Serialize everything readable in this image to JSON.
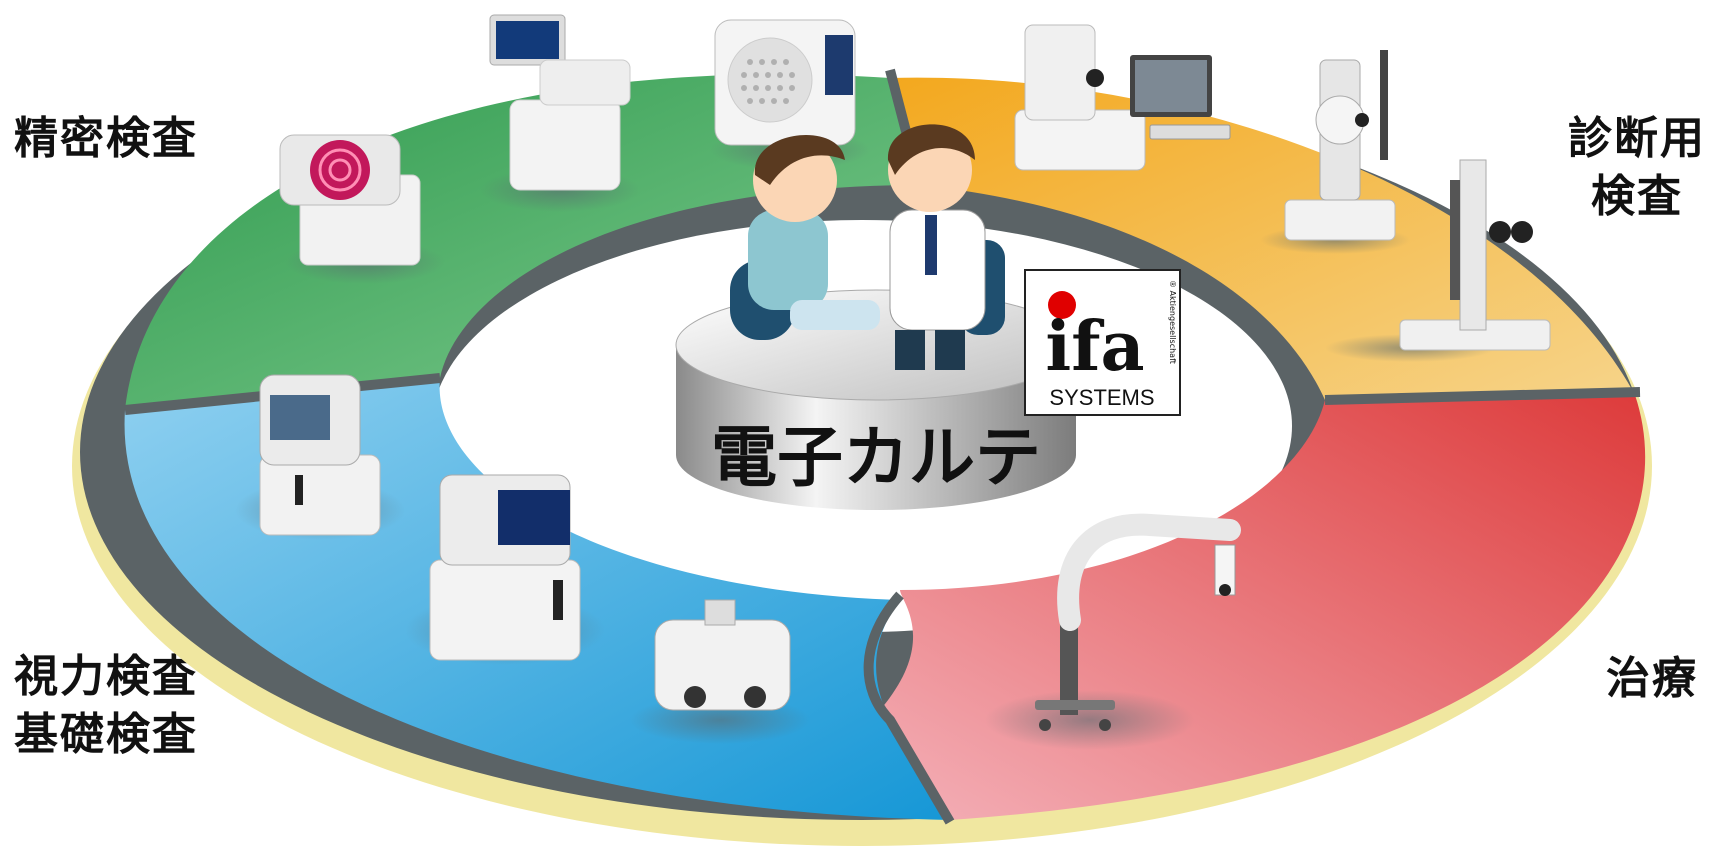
{
  "sections": [
    {
      "id": "precision",
      "label_lines": [
        "精密検査"
      ],
      "color": "#3aa85a"
    },
    {
      "id": "diagnostic",
      "label_lines": [
        "診断用",
        "検査"
      ],
      "color": "#f0b030"
    },
    {
      "id": "treatment",
      "label_lines": [
        "治療"
      ],
      "color": "#e05a5a"
    },
    {
      "id": "basic",
      "label_lines": [
        "視力検査",
        "基礎検査"
      ],
      "color": "#2ea3dd"
    }
  ],
  "center": {
    "title": "電子カルテ"
  },
  "logo": {
    "brand": "ifa",
    "sub": "SYSTEMS",
    "tag": "® Aktiengesellschaft",
    "dot_color": "#e00000"
  },
  "icons": [
    "topographer-icon",
    "autorefractor-icon",
    "perimeter-icon",
    "oct-device-icon",
    "computer-monitor-icon",
    "fundus-camera-icon",
    "slit-lamp-icon",
    "surgical-microscope-icon",
    "phoropter-icon",
    "tonometer-icon",
    "keratometer-icon",
    "patient-icon",
    "doctor-icon",
    "database-cylinder-icon"
  ]
}
